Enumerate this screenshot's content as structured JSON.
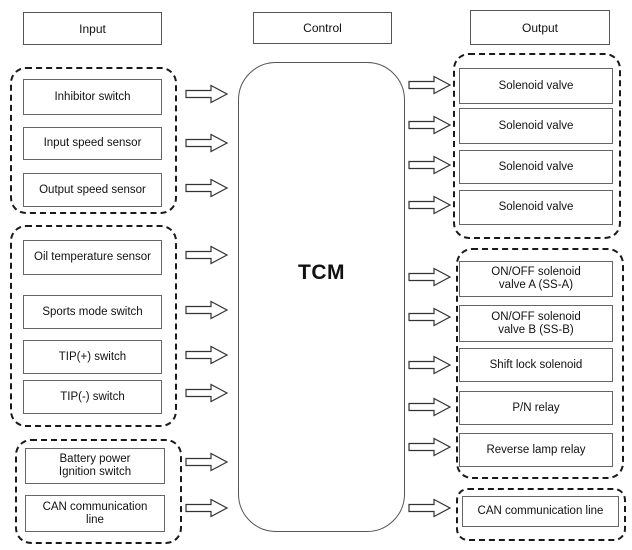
{
  "headers": {
    "input": "Input",
    "control": "Control",
    "output": "Output"
  },
  "tcm_label": "TCM",
  "input_groups": [
    {
      "items": [
        "Inhibitor switch",
        "Input speed sensor",
        "Output speed sensor"
      ]
    },
    {
      "items": [
        "Oil temperature sensor",
        "Sports mode switch",
        "TIP(+) switch",
        "TIP(-) switch"
      ]
    },
    {
      "items": [
        "Battery power\nIgnition switch",
        "CAN communication\nline"
      ]
    }
  ],
  "output_groups": [
    {
      "items": [
        "Solenoid valve",
        "Solenoid valve",
        "Solenoid valve",
        "Solenoid valve"
      ]
    },
    {
      "items": [
        "ON/OFF solenoid\nvalve A (SS-A)",
        "ON/OFF solenoid\nvalve B (SS-B)",
        "Shift lock solenoid",
        "P/N relay",
        "Reverse lamp relay"
      ]
    },
    {
      "items": [
        "CAN communication line"
      ]
    }
  ],
  "colors": {
    "line": "#333333",
    "background": "#ffffff"
  }
}
